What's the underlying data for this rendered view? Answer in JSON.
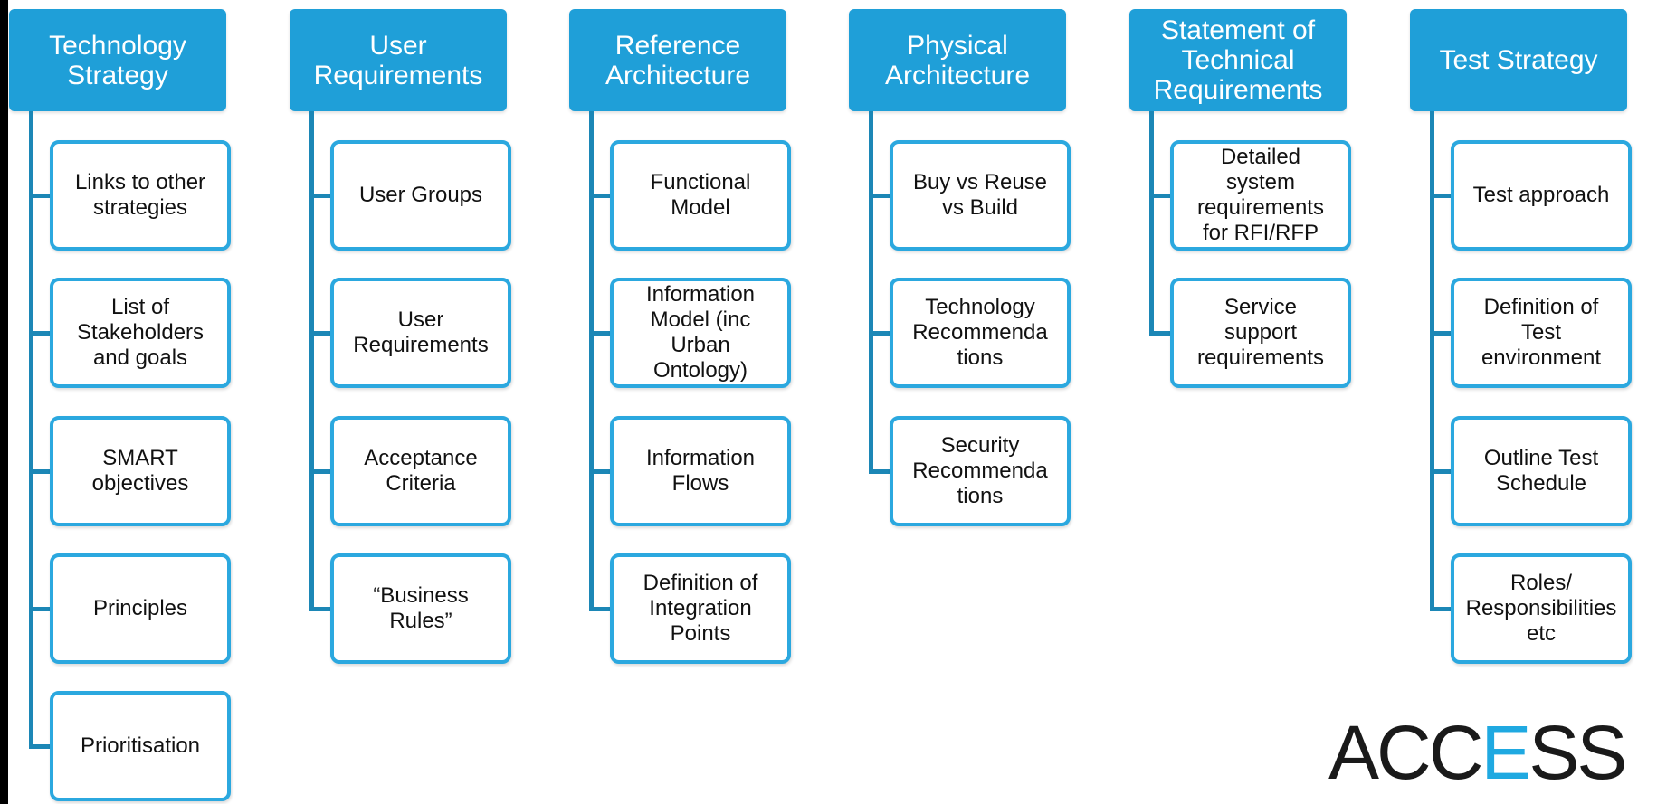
{
  "columns": [
    {
      "title": "Technology\nStrategy",
      "items": [
        "Links to other\nstrategies",
        "List of\nStakeholders\nand goals",
        "SMART\nobjectives",
        "Principles",
        "Prioritisation"
      ]
    },
    {
      "title": "User\nRequirements",
      "items": [
        "User Groups",
        "User\nRequirements",
        "Acceptance\nCriteria",
        "“Business\nRules”"
      ]
    },
    {
      "title": "Reference\nArchitecture",
      "items": [
        "Functional\nModel",
        "Information\nModel (inc\nUrban\nOntology)",
        "Information\nFlows",
        "Definition of\nIntegration\nPoints"
      ]
    },
    {
      "title": "Physical\nArchitecture",
      "items": [
        "Buy vs Reuse\nvs Build",
        "Technology\nRecommenda\ntions",
        "Security\nRecommenda\ntions"
      ]
    },
    {
      "title": "Statement of\nTechnical\nRequirements",
      "items": [
        "Detailed\nsystem\nrequirements\nfor RFI/RFP",
        "Service\nsupport\nrequirements"
      ]
    },
    {
      "title": "Test Strategy",
      "items": [
        "Test approach",
        "Definition of\nTest\nenvironment",
        "Outline Test\nSchedule",
        "Roles/\nResponsibilities\netc"
      ]
    }
  ],
  "logo": {
    "text_before": "ACC",
    "text_accent": "E",
    "text_after": "SS"
  },
  "colors": {
    "header": "#1f9fd8",
    "connector": "#1c87b6",
    "child_border": "#2ba8df",
    "logo_accent": "#1fa9e1"
  }
}
